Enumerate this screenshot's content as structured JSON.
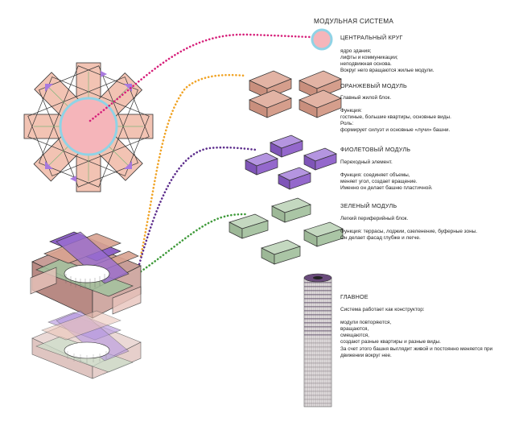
{
  "title": "МОДУЛЬНАЯ СИСТЕМА",
  "modules": {
    "central": {
      "heading": "ЦЕНТРАЛЬНЫЙ КРУГ",
      "text": "ядро здания;\nлифты и коммуникации;\nнеподвижная основа.\nВокруг него вращаются жилые модули."
    },
    "orange": {
      "heading": "ОРАНЖЕВЫЙ МОДУЛЬ",
      "text": "Главный жилой блок.\n\nФункция:\nгостиные, большие квартиры, основные виды.\nРоль:\nформирует силуэт и основные «лучи» башни."
    },
    "violet": {
      "heading": "ФИОЛЕТОВЫЙ МОДУЛЬ",
      "text": "Переходный элемент.\n\nФункция: соединяет объемы,\nменяет угол, создает вращение.\nИменно он делает башню пластичной."
    },
    "green": {
      "heading": "ЗЕЛЕНЫЙ МОДУЛЬ",
      "text": "Легкий периферийный блок.\n\nФункция: террасы, лоджии, озеленение, буферные зоны.\nОн делает фасад глубже и легче."
    }
  },
  "summary": {
    "heading": "ГЛАВНОЕ",
    "text": "Система работает как конструктор:\n\nмодули повторяются,\nвращаются,\nсмещаются,\nсоздают разные квартиры и разные виды.\nЗа счет этого башня выглядит живой и постоянно меняется при\nдвижении вокруг нее."
  },
  "colors": {
    "central": "#f5b5ba",
    "central_ring": "#8fd3e6",
    "orange": "#d9a391",
    "violet": "#9a6ed0",
    "green": "#a6c3a2",
    "dot_magenta": "#d6207a",
    "dot_orange": "#f0a325",
    "dot_violet": "#5d2e8c",
    "dot_green": "#3f9a3a"
  }
}
